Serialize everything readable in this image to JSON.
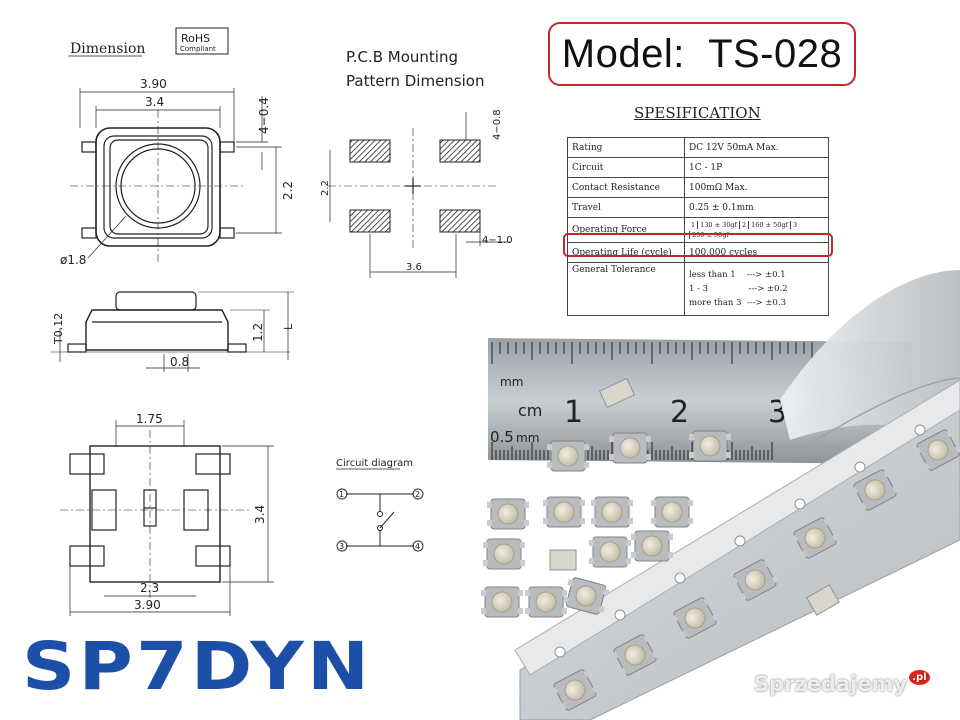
{
  "drawing": {
    "dimension_title": "Dimension",
    "rohs": {
      "line1": "RoHS",
      "line2": "Compliant"
    },
    "top_view": {
      "width_outer": "3.90",
      "width_inner": "3.4",
      "height": "2.2",
      "lead": "4−0.4",
      "diameter": "ø1.8"
    },
    "side_view": {
      "t": "T0.12",
      "h": "1.2",
      "l": "L",
      "w": "0.8"
    },
    "bottom_view": {
      "top": "1.75",
      "side": "3.4",
      "inner": "2.3",
      "bottom": "3.90"
    },
    "pcb_title_line1": "P.C.B Mounting",
    "pcb_title_line2": "Pattern Dimension",
    "pcb": {
      "pad": "4−0.8",
      "height": "2.2",
      "width": "3.6",
      "gap": "4−1.0"
    },
    "circuit_title": "Circuit diagram",
    "circuit_pins": [
      "1",
      "2",
      "3",
      "4"
    ]
  },
  "model": {
    "label": "Model:",
    "value": "TS-028"
  },
  "spec": {
    "title": "SPESIFICATION",
    "rows": [
      {
        "key": "Rating",
        "value": "DC 12V 50mA Max."
      },
      {
        "key": "Circuit",
        "value": "1C - 1P"
      },
      {
        "key": "Contact Resistance",
        "value": "100mΩ Max."
      },
      {
        "key": "Travel",
        "value": "0.25 ± 0.1mm"
      }
    ],
    "force": {
      "key": "Operating Force",
      "options": [
        "1",
        "130 ± 30gf",
        "2",
        "160 ± 50gf",
        "3",
        "250 ± 50gf"
      ]
    },
    "life": {
      "key": "Operating Life (cycle)",
      "value": "100,000 cycles"
    },
    "tolerance": {
      "key": "General Tolerance",
      "lines": [
        "less than 1    ---> ±0.1",
        "1 - 3               ---> ±0.2",
        "more than 3  ---> ±0.3"
      ]
    }
  },
  "ruler": {
    "mm": "mm",
    "cm": "cm",
    "half": "0.5",
    "mm2": "mm",
    "n1": "1",
    "n2": "2",
    "n3": "3"
  },
  "brand": "SP7DYN",
  "watermark": {
    "text": "Sprzedajemy",
    "suffix": ".pl"
  },
  "colors": {
    "highlight": "#c0282e",
    "brand": "#1e4fa8"
  }
}
